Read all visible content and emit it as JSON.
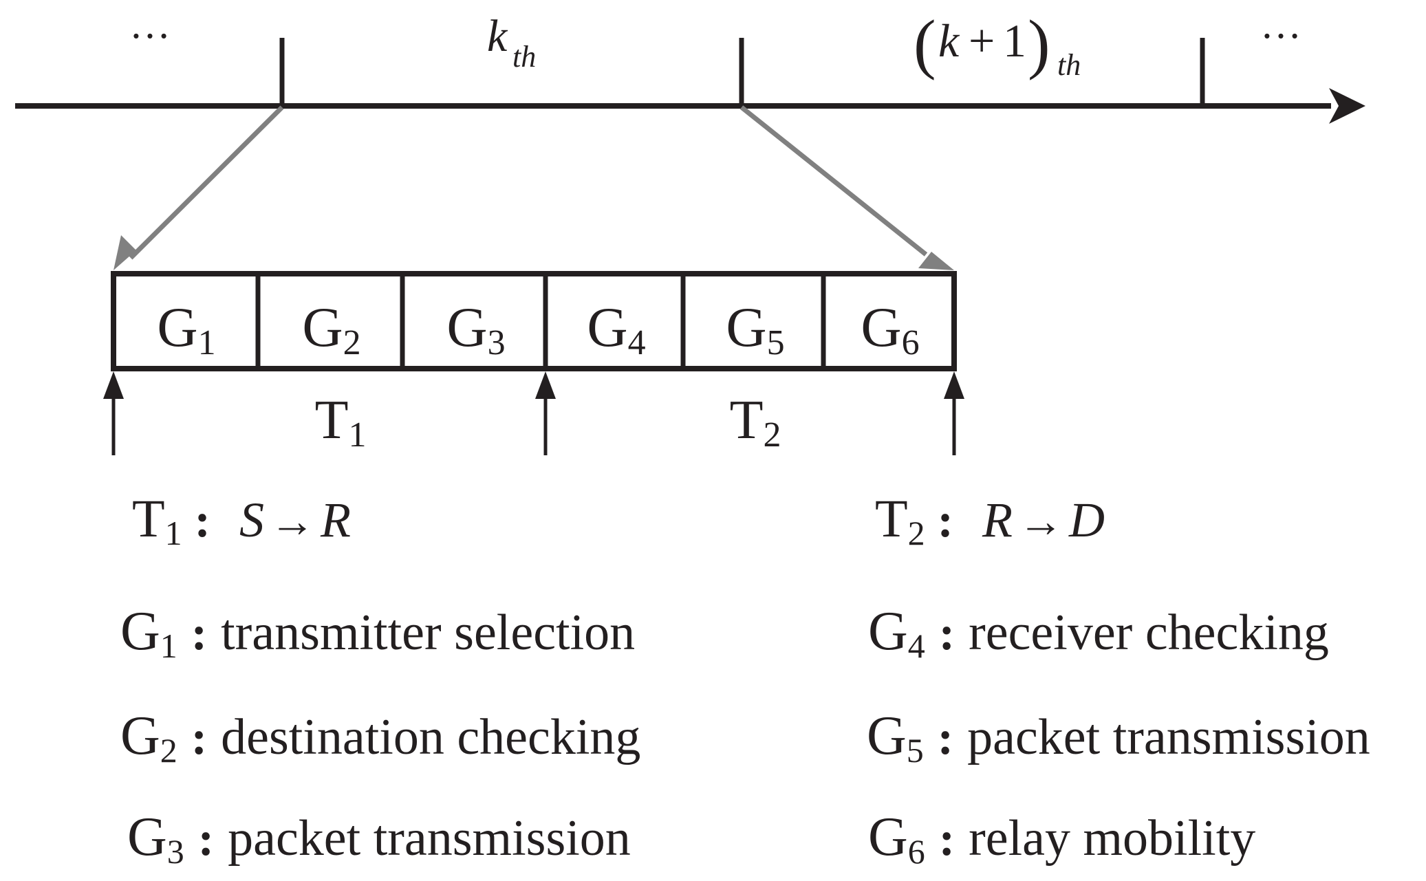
{
  "timeline": {
    "ellipsis_left": "…",
    "ellipsis_right": "…",
    "slot_k": {
      "base": "k",
      "sub": "th"
    },
    "slot_k1": {
      "open": "(",
      "base": "k",
      "plus": "+",
      "one": "1",
      "close": ")",
      "sub": "th"
    }
  },
  "frame": {
    "cells": [
      {
        "base": "G",
        "sub": "1"
      },
      {
        "base": "G",
        "sub": "2"
      },
      {
        "base": "G",
        "sub": "3"
      },
      {
        "base": "G",
        "sub": "4"
      },
      {
        "base": "G",
        "sub": "5"
      },
      {
        "base": "G",
        "sub": "6"
      }
    ],
    "phases": [
      {
        "base": "T",
        "sub": "1"
      },
      {
        "base": "T",
        "sub": "2"
      }
    ]
  },
  "legend": {
    "phases": [
      {
        "base": "T",
        "sub": "1",
        "colon": ":",
        "from": "S",
        "arrow": "→",
        "to": "R"
      },
      {
        "base": "T",
        "sub": "2",
        "colon": ":",
        "from": "R",
        "arrow": "→",
        "to": "D"
      }
    ],
    "steps": [
      {
        "base": "G",
        "sub": "1",
        "colon": ":",
        "text": "transmitter selection"
      },
      {
        "base": "G",
        "sub": "2",
        "colon": ":",
        "text": "destination checking"
      },
      {
        "base": "G",
        "sub": "3",
        "colon": ":",
        "text": "packet transmission"
      },
      {
        "base": "G",
        "sub": "4",
        "colon": ":",
        "text": "receiver checking"
      },
      {
        "base": "G",
        "sub": "5",
        "colon": ":",
        "text": "packet transmission"
      },
      {
        "base": "G",
        "sub": "6",
        "colon": ":",
        "text": "relay mobility"
      }
    ]
  },
  "colors": {
    "ink": "#231f20",
    "zoom_arrow": "#808080"
  }
}
